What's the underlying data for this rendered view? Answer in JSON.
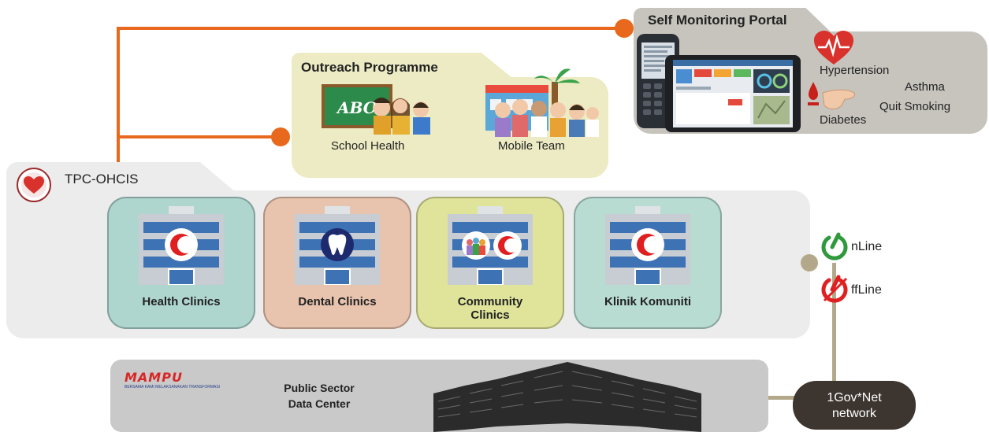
{
  "portal": {
    "title": "Self Monitoring Portal",
    "conditions": {
      "hypertension": "Hypertension",
      "asthma": "Asthma",
      "quit_smoking": "Quit Smoking",
      "diabetes": "Diabetes"
    }
  },
  "outreach": {
    "title": "Outreach Programme",
    "school_health": "School Health",
    "mobile_team": "Mobile Team",
    "board_text": "ABC"
  },
  "tpc": {
    "title": "TPC-OHCIS",
    "clinics": [
      {
        "label": "Health Clinics",
        "color": "#aed6cf"
      },
      {
        "label": "Dental Clinics",
        "color": "#e8c3ae"
      },
      {
        "label_line1": "Community",
        "label_line2": "Clinics",
        "color": "#dfe49a"
      },
      {
        "label": "Klinik Komuniti",
        "color": "#b8dcd2"
      }
    ]
  },
  "connectivity": {
    "online": "nLine",
    "offline": "ffLine"
  },
  "datacenter": {
    "logo": "MAMPU",
    "logo_sub": "BERSAMA KAMI MELAKSANAKAN TRANSFORMASI",
    "line1": "Public Sector",
    "line2": "Data Center"
  },
  "network": {
    "line1": "1Gov*Net",
    "line2": "network"
  },
  "colors": {
    "orange_connector": "#e8691d",
    "olive_connector": "#b3a98a",
    "online_green": "#2e9a3b",
    "offline_red": "#e02020"
  }
}
